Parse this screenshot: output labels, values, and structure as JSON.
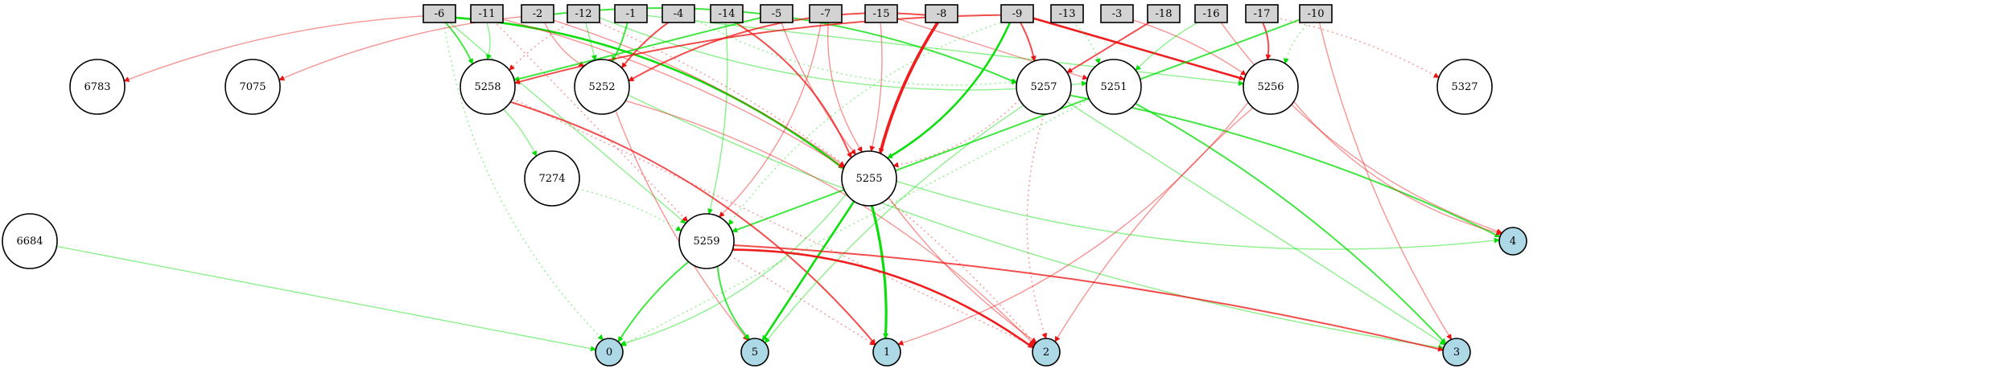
{
  "colors": {
    "enabled_pos": "#00dd00",
    "enabled_neg": "#ee1111",
    "input_fill": "#d3d3d3",
    "output_fill": "#add8e6",
    "hidden_fill": "#ffffff"
  },
  "nodes": {
    "inputs": [
      "-6",
      "-11",
      "-2",
      "-12",
      "-1",
      "-4",
      "-14",
      "-5",
      "-7",
      "-15",
      "-8",
      "-9",
      "-13",
      "-3",
      "-18",
      "-16",
      "-17",
      "-10"
    ],
    "hidden": [
      "6783",
      "7075",
      "5258",
      "5252",
      "5257",
      "5251",
      "5256",
      "5327",
      "7274",
      "5255",
      "6684",
      "5259"
    ],
    "outputs": [
      "0",
      "5",
      "1",
      "2",
      "3",
      "4"
    ]
  },
  "edges": [
    {
      "from": "-6",
      "to": "5255",
      "color": "green",
      "style": "solid",
      "weight": 3
    },
    {
      "from": "-6",
      "to": "5258",
      "color": "green",
      "style": "solid",
      "weight": 2
    },
    {
      "from": "-6",
      "to": "5259",
      "color": "green",
      "style": "solid",
      "weight": 1
    },
    {
      "from": "-6",
      "to": "6783",
      "color": "red",
      "style": "solid",
      "weight": 1
    },
    {
      "from": "-6",
      "to": "0",
      "color": "green",
      "style": "dotted",
      "weight": 1
    },
    {
      "from": "-11",
      "to": "5258",
      "color": "green",
      "style": "solid",
      "weight": 1
    },
    {
      "from": "-11",
      "to": "5255",
      "color": "red",
      "style": "solid",
      "weight": 1
    },
    {
      "from": "-11",
      "to": "5259",
      "color": "red",
      "style": "dotted",
      "weight": 1
    },
    {
      "from": "-2",
      "to": "7075",
      "color": "red",
      "style": "solid",
      "weight": 1
    },
    {
      "from": "-2",
      "to": "5252",
      "color": "red",
      "style": "solid",
      "weight": 1
    },
    {
      "from": "-2",
      "to": "5257",
      "color": "green",
      "style": "solid",
      "weight": 2
    },
    {
      "from": "-2",
      "to": "5255",
      "color": "red",
      "style": "solid",
      "weight": 1
    },
    {
      "from": "-12",
      "to": "5252",
      "color": "green",
      "style": "solid",
      "weight": 1
    },
    {
      "from": "-12",
      "to": "5258",
      "color": "red",
      "style": "dotted",
      "weight": 1
    },
    {
      "from": "-12",
      "to": "5251",
      "color": "green",
      "style": "solid",
      "weight": 1
    },
    {
      "from": "-12",
      "to": "2",
      "color": "red",
      "style": "dotted",
      "weight": 1
    },
    {
      "from": "-1",
      "to": "5252",
      "color": "green",
      "style": "solid",
      "weight": 2
    },
    {
      "from": "-1",
      "to": "5256",
      "color": "green",
      "style": "solid",
      "weight": 1
    },
    {
      "from": "-4",
      "to": "5252",
      "color": "red",
      "style": "solid",
      "weight": 2
    },
    {
      "from": "-4",
      "to": "5257",
      "color": "green",
      "style": "dotted",
      "weight": 1
    },
    {
      "from": "-14",
      "to": "5255",
      "color": "red",
      "style": "solid",
      "weight": 2
    },
    {
      "from": "-14",
      "to": "5259",
      "color": "green",
      "style": "solid",
      "weight": 1
    },
    {
      "from": "-5",
      "to": "5258",
      "color": "green",
      "style": "solid",
      "weight": 2
    },
    {
      "from": "-5",
      "to": "5255",
      "color": "red",
      "style": "solid",
      "weight": 1
    },
    {
      "from": "-7",
      "to": "5255",
      "color": "red",
      "style": "solid",
      "weight": 1
    },
    {
      "from": "-7",
      "to": "5259",
      "color": "red",
      "style": "solid",
      "weight": 1
    },
    {
      "from": "-15",
      "to": "5255",
      "color": "red",
      "style": "solid",
      "weight": 1
    },
    {
      "from": "-15",
      "to": "5251",
      "color": "red",
      "style": "solid",
      "weight": 1
    },
    {
      "from": "-8",
      "to": "5255",
      "color": "red",
      "style": "solid",
      "weight": 5
    },
    {
      "from": "-8",
      "to": "5252",
      "color": "red",
      "style": "solid",
      "weight": 2
    },
    {
      "from": "-9",
      "to": "5255",
      "color": "green",
      "style": "solid",
      "weight": 3
    },
    {
      "from": "-9",
      "to": "5257",
      "color": "red",
      "style": "solid",
      "weight": 2
    },
    {
      "from": "-9",
      "to": "5256",
      "color": "red",
      "style": "solid",
      "weight": 3
    },
    {
      "from": "-9",
      "to": "5258",
      "color": "red",
      "style": "solid",
      "weight": 2
    },
    {
      "from": "-9",
      "to": "5259",
      "color": "green",
      "style": "dotted",
      "weight": 1
    },
    {
      "from": "-13",
      "to": "5251",
      "color": "green",
      "style": "dotted",
      "weight": 1
    },
    {
      "from": "-3",
      "to": "5256",
      "color": "red",
      "style": "solid",
      "weight": 1
    },
    {
      "from": "-18",
      "to": "5257",
      "color": "red",
      "style": "solid",
      "weight": 2
    },
    {
      "from": "-16",
      "to": "5251",
      "color": "green",
      "style": "solid",
      "weight": 1
    },
    {
      "from": "-16",
      "to": "4",
      "color": "red",
      "style": "solid",
      "weight": 1
    },
    {
      "from": "-17",
      "to": "5256",
      "color": "red",
      "style": "solid",
      "weight": 2
    },
    {
      "from": "-17",
      "to": "5327",
      "color": "red",
      "style": "dotted",
      "weight": 1
    },
    {
      "from": "-10",
      "to": "5259",
      "color": "green",
      "style": "solid",
      "weight": 2
    },
    {
      "from": "-10",
      "to": "3",
      "color": "red",
      "style": "solid",
      "weight": 1
    },
    {
      "from": "-10",
      "to": "5256",
      "color": "green",
      "style": "dotted",
      "weight": 1
    },
    {
      "from": "5258",
      "to": "1",
      "color": "red",
      "style": "solid",
      "weight": 2
    },
    {
      "from": "5258",
      "to": "7274",
      "color": "green",
      "style": "solid",
      "weight": 1
    },
    {
      "from": "5258",
      "to": "2",
      "color": "red",
      "style": "dotted",
      "weight": 1
    },
    {
      "from": "5252",
      "to": "5",
      "color": "red",
      "style": "solid",
      "weight": 1
    },
    {
      "from": "5252",
      "to": "3",
      "color": "green",
      "style": "solid",
      "weight": 1
    },
    {
      "from": "5252",
      "to": "2",
      "color": "red",
      "style": "solid",
      "weight": 1
    },
    {
      "from": "5257",
      "to": "4",
      "color": "green",
      "style": "solid",
      "weight": 2
    },
    {
      "from": "5257",
      "to": "3",
      "color": "green",
      "style": "solid",
      "weight": 1
    },
    {
      "from": "5257",
      "to": "5",
      "color": "green",
      "style": "solid",
      "weight": 1
    },
    {
      "from": "5257",
      "to": "2",
      "color": "red",
      "style": "dotted",
      "weight": 1
    },
    {
      "from": "5257",
      "to": "5255",
      "color": "red",
      "style": "dotted",
      "weight": 1
    },
    {
      "from": "5251",
      "to": "3",
      "color": "green",
      "style": "solid",
      "weight": 2
    },
    {
      "from": "5251",
      "to": "0",
      "color": "green",
      "style": "dotted",
      "weight": 1
    },
    {
      "from": "5256",
      "to": "2",
      "color": "red",
      "style": "solid",
      "weight": 1
    },
    {
      "from": "5256",
      "to": "4",
      "color": "red",
      "style": "solid",
      "weight": 1
    },
    {
      "from": "5256",
      "to": "1",
      "color": "red",
      "style": "solid",
      "weight": 1
    },
    {
      "from": "5255",
      "to": "1",
      "color": "green",
      "style": "solid",
      "weight": 4
    },
    {
      "from": "5255",
      "to": "5",
      "color": "green",
      "style": "solid",
      "weight": 3
    },
    {
      "from": "5255",
      "to": "2",
      "color": "red",
      "style": "solid",
      "weight": 1
    },
    {
      "from": "5255",
      "to": "4",
      "color": "green",
      "style": "solid",
      "weight": 1
    },
    {
      "from": "5255",
      "to": "0",
      "color": "green",
      "style": "solid",
      "weight": 1
    },
    {
      "from": "7274",
      "to": "5259",
      "color": "green",
      "style": "dotted",
      "weight": 1
    },
    {
      "from": "6684",
      "to": "0",
      "color": "green",
      "style": "solid",
      "weight": 1
    },
    {
      "from": "5259",
      "to": "0",
      "color": "green",
      "style": "solid",
      "weight": 2
    },
    {
      "from": "5259",
      "to": "5",
      "color": "green",
      "style": "solid",
      "weight": 2
    },
    {
      "from": "5259",
      "to": "2",
      "color": "red",
      "style": "solid",
      "weight": 3
    },
    {
      "from": "5259",
      "to": "3",
      "color": "red",
      "style": "solid",
      "weight": 2
    },
    {
      "from": "5259",
      "to": "1",
      "color": "red",
      "style": "dotted",
      "weight": 1
    }
  ]
}
